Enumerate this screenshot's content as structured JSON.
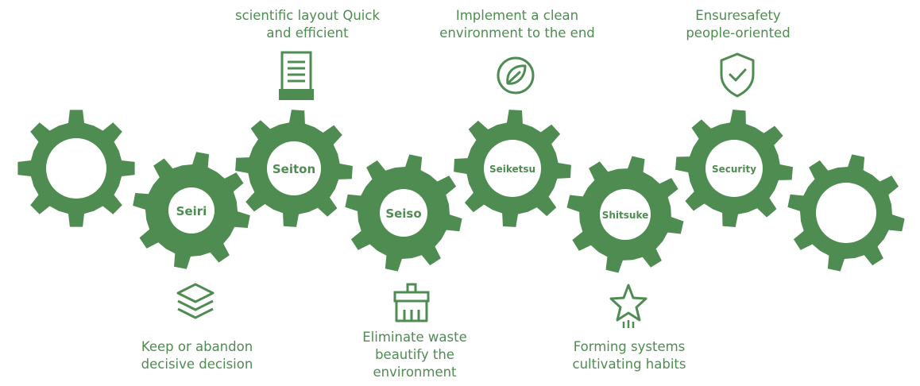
{
  "gears": [
    {
      "name": "blank-left",
      "label": ""
    },
    {
      "name": "seiri",
      "label": "Seiri"
    },
    {
      "name": "seiton",
      "label": "Seiton"
    },
    {
      "name": "seiso",
      "label": "Seiso"
    },
    {
      "name": "seiketsu",
      "label": "Seiketsu"
    },
    {
      "name": "shitsuke",
      "label": "Shitsuke"
    },
    {
      "name": "security",
      "label": "Security"
    },
    {
      "name": "blank-right",
      "label": ""
    }
  ],
  "captions": {
    "seiri": [
      "Keep or abandon",
      "decisive decision"
    ],
    "seiton": [
      "scientific layout Quick",
      "and efficient"
    ],
    "seiso": [
      "Eliminate waste",
      "beautify the",
      "environment"
    ],
    "seiketsu": [
      "Implement a clean",
      "environment to the end"
    ],
    "shitsuke": [
      "Forming systems",
      "cultivating habits"
    ],
    "security": [
      "Ensuresafety",
      "people-oriented"
    ]
  },
  "icons": {
    "seiri": "layers-icon",
    "seiton": "document-tray-icon",
    "seiso": "broom-icon",
    "seiketsu": "leaf-icon",
    "shitsuke": "star-icon",
    "security": "shield-check-icon"
  },
  "colors": {
    "gear": "#4e8c52",
    "text": "#4e8c52",
    "hole": "#ffffff"
  }
}
